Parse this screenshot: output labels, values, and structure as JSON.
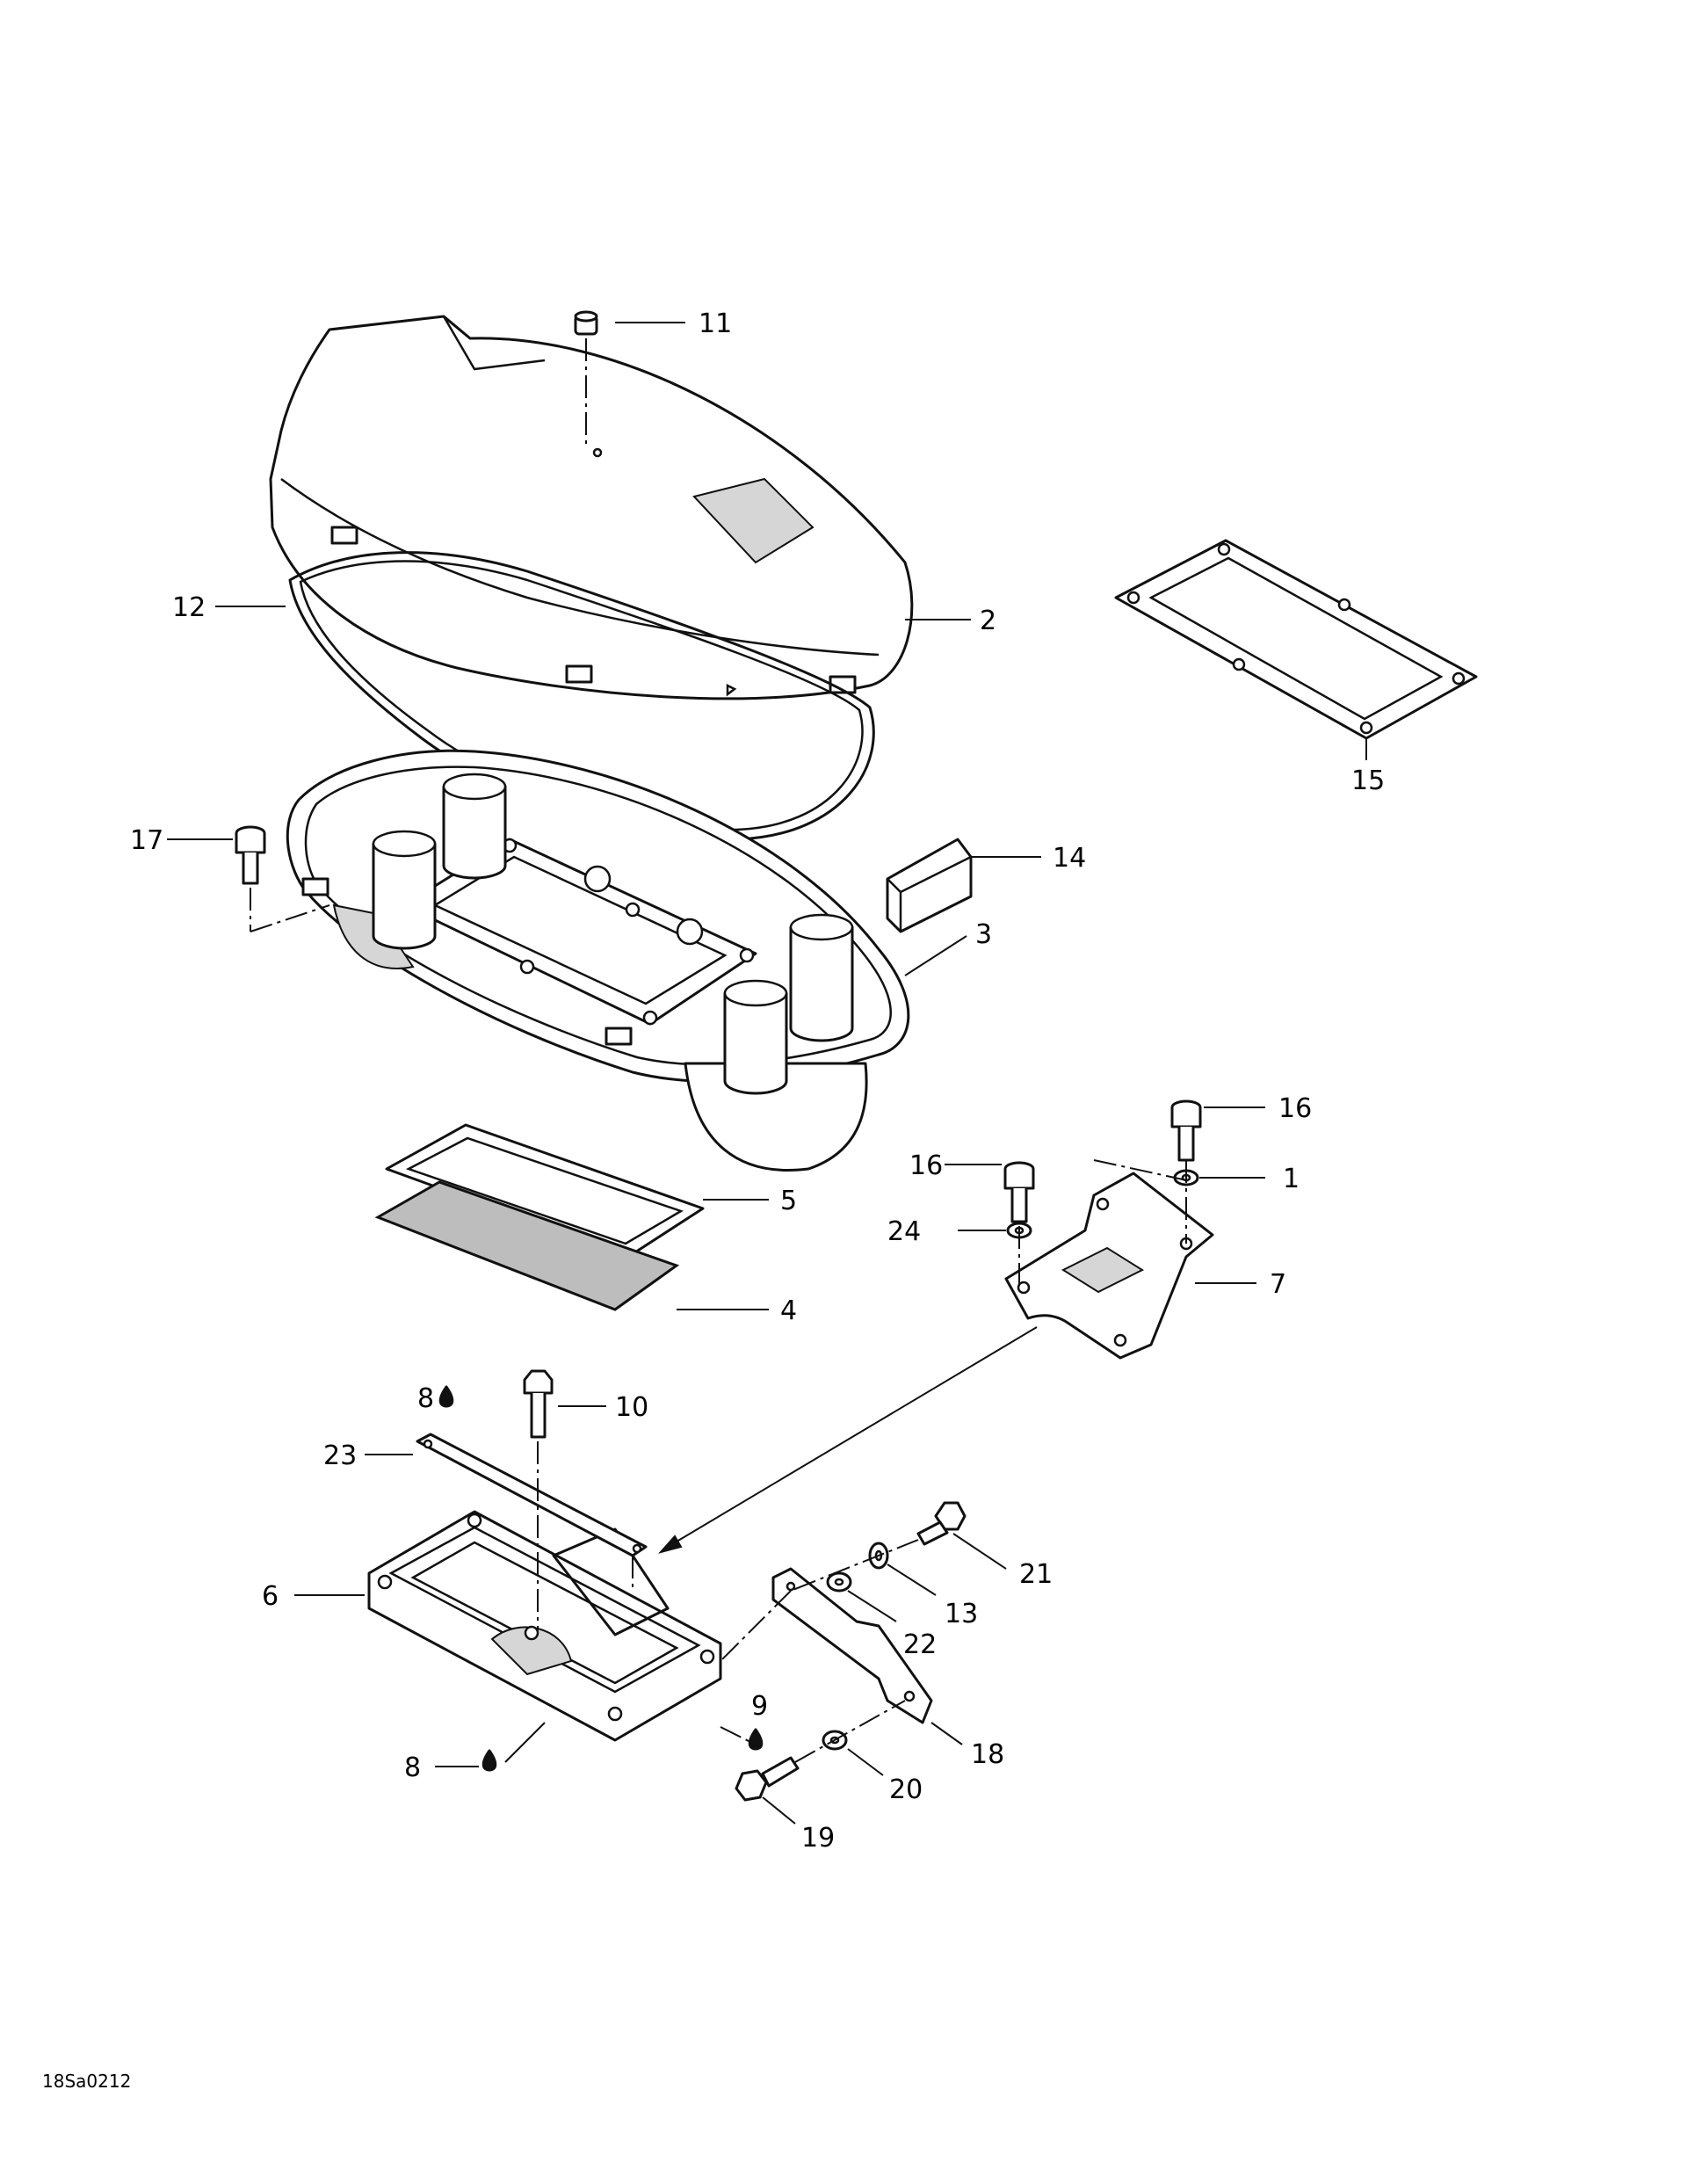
{
  "figure_ref": "18Sa0212",
  "callouts": {
    "c1": "1",
    "c2": "2",
    "c3": "3",
    "c4": "4",
    "c5": "5",
    "c6": "6",
    "c7": "7",
    "c8a": "8",
    "c8b": "8",
    "c9": "9",
    "c10": "10",
    "c11": "11",
    "c12": "12",
    "c13": "13",
    "c14": "14",
    "c15": "15",
    "c16a": "16",
    "c16b": "16",
    "c17": "17",
    "c18": "18",
    "c19": "19",
    "c20": "20",
    "c21": "21",
    "c22": "22",
    "c23": "23",
    "c24": "24"
  },
  "colors": {
    "line": "#111111",
    "background": "#ffffff",
    "shading": "#d6d6d6"
  }
}
